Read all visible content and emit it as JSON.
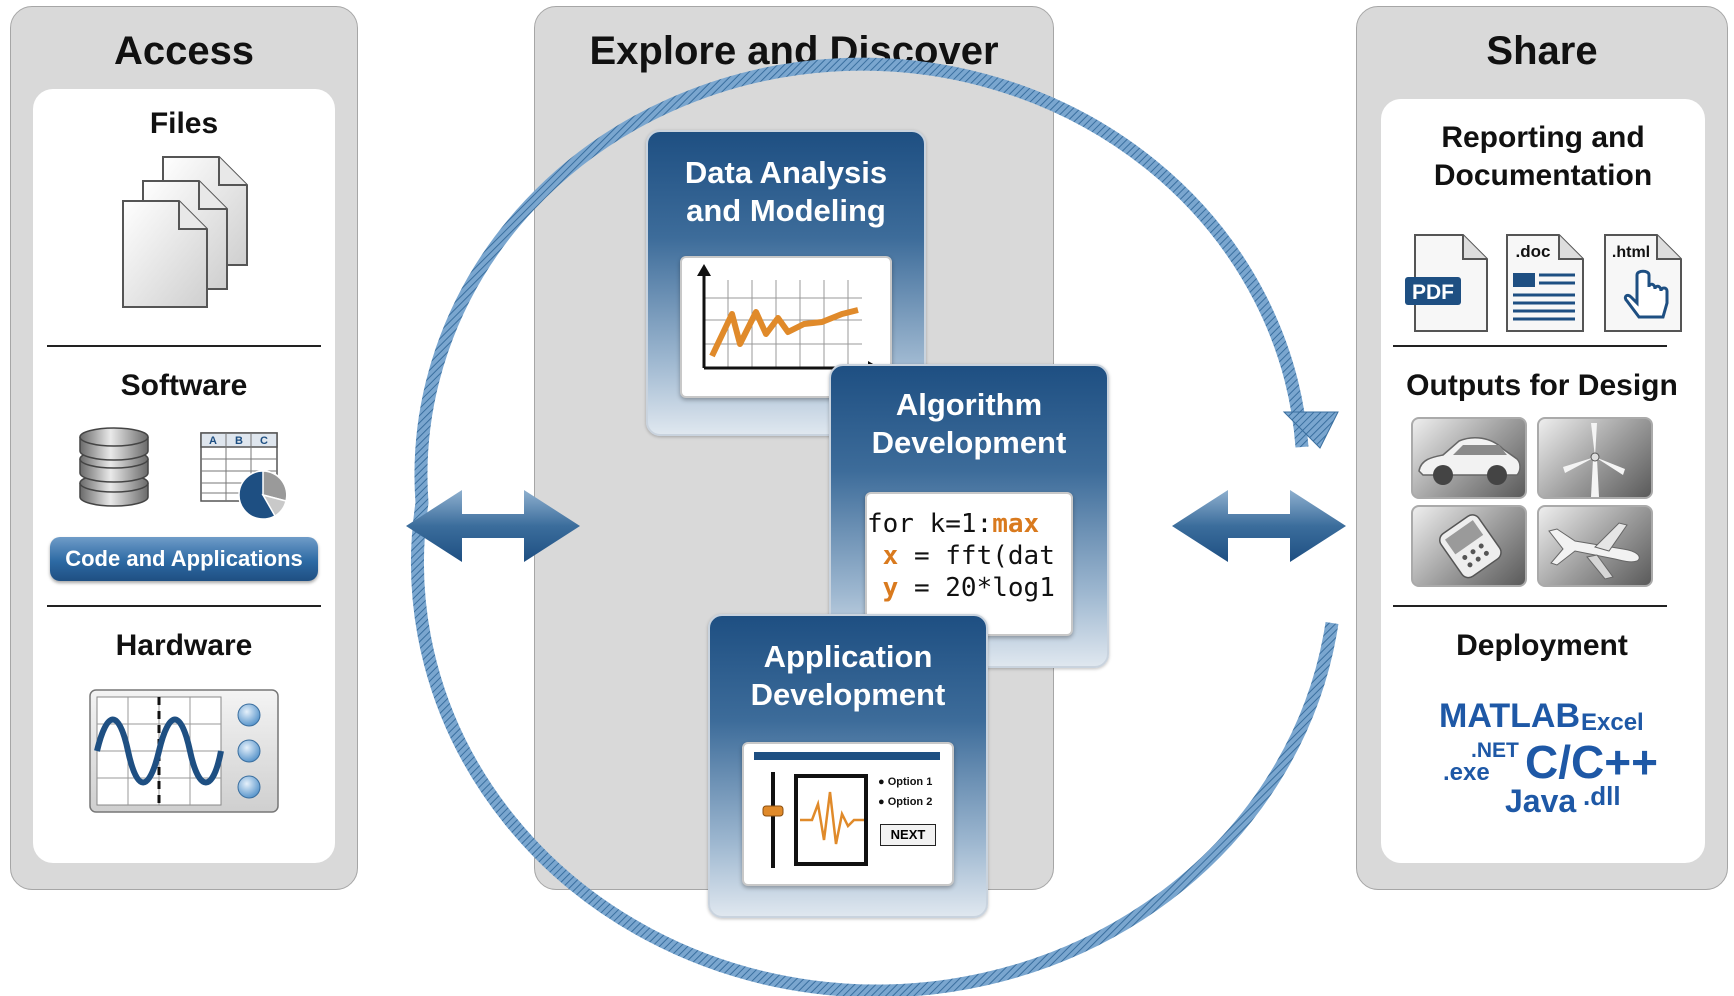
{
  "access": {
    "title": "Access",
    "files_label": "Files",
    "software_label": "Software",
    "software_button": "Code and Applications",
    "spreadsheet_headers": [
      "A",
      "B",
      "C"
    ],
    "hardware_label": "Hardware"
  },
  "explore": {
    "title": "Explore and Discover",
    "card1": {
      "line1": "Data Analysis",
      "line2": "and Modeling"
    },
    "card2": {
      "line1": "Algorithm",
      "line2": "Development"
    },
    "card3": {
      "line1": "Application",
      "line2": "Development"
    },
    "code": {
      "l1_a": "for k=1:",
      "l1_b": "max",
      "l2_a": "x",
      "l2_b": " = fft(dat",
      "l3_a": "y",
      "l3_b": " = 20*log1"
    },
    "app": {
      "option1": "Option 1",
      "option2": "Option 2",
      "next": "NEXT"
    }
  },
  "share": {
    "title": "Share",
    "reporting_line1": "Reporting and",
    "reporting_line2": "Documentation",
    "pdf": "PDF",
    "doc": ".doc",
    "html": ".html",
    "outputs_label": "Outputs for Design",
    "deployment_label": "Deployment",
    "deploy": {
      "matlab": "MATLAB",
      "excel": "Excel",
      "net": ".NET",
      "exe": ".exe",
      "cpp": "C/C++",
      "java": "Java",
      "dll": ".dll"
    }
  },
  "colors": {
    "accent_blue": "#1e58a6",
    "card_blue": "#1e4f82",
    "orange": "#d97a1e"
  }
}
